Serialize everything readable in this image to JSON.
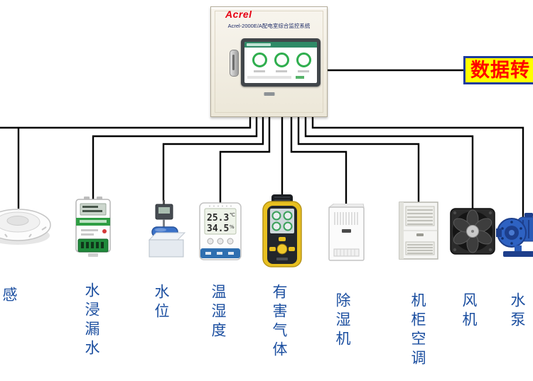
{
  "diagram": {
    "cabinet": {
      "logo": "Acrel",
      "title": "Acrel-2000E/A配电室综合监控系统"
    },
    "converter": {
      "label": "数据转"
    },
    "devices": [
      {
        "id": "smoke",
        "label": "感"
      },
      {
        "id": "water-leak",
        "label": "水浸漏水"
      },
      {
        "id": "water-level",
        "label": "水位"
      },
      {
        "id": "temp-humidity",
        "label": "温湿度",
        "temp": "25.3",
        "temp_unit": "℃",
        "humidity": "34.5",
        "humidity_unit": "%"
      },
      {
        "id": "harmful-gas",
        "label": "有害气体"
      },
      {
        "id": "dehumidifier",
        "label": "除湿机"
      },
      {
        "id": "cabinet-ac",
        "label": "机柜空调"
      },
      {
        "id": "fan",
        "label": "风机"
      },
      {
        "id": "water-pump",
        "label": "水泵"
      }
    ],
    "colors": {
      "label_blue": "#1C4FA0",
      "converter_bg": "#FFFF00",
      "converter_border": "#1E3C9E",
      "converter_text": "#FF0000",
      "line": "#000000",
      "logo_red": "#E60012"
    }
  }
}
